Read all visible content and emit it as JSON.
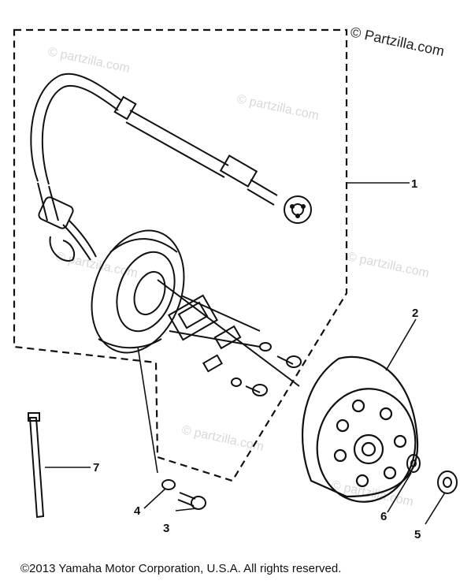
{
  "watermark": {
    "main": "© Partzilla.com",
    "faint": "© partzilla.com"
  },
  "copyright": "©2013  Yamaha Motor Corporation, U.S.A. All rights reserved.",
  "callouts": [
    "1",
    "2",
    "3",
    "4",
    "5",
    "6",
    "7"
  ]
}
